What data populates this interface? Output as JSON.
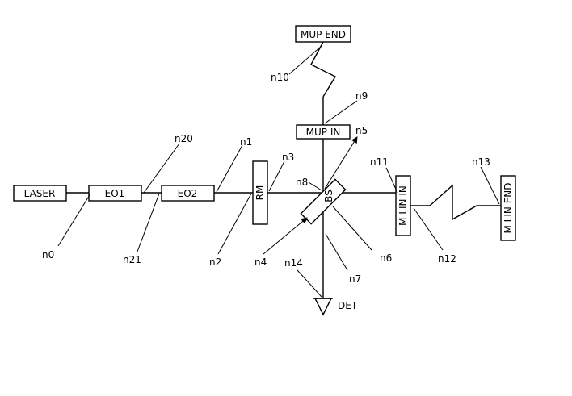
{
  "components": {
    "laser": "LASER",
    "eo1": "EO1",
    "eo2": "EO2",
    "rm": "RM",
    "bs": "BS",
    "mup_in": "MUP IN",
    "mup_end": "MUP END",
    "mlin_in": "M LIN IN",
    "mlin_end": "M LIN END",
    "det": "DET"
  },
  "nodes": {
    "n0": "n0",
    "n1": "n1",
    "n2": "n2",
    "n3": "n3",
    "n4": "n4",
    "n5": "n5",
    "n6": "n6",
    "n7": "n7",
    "n8": "n8",
    "n9": "n9",
    "n10": "n10",
    "n11": "n11",
    "n12": "n12",
    "n13": "n13",
    "n14": "n14",
    "n20": "n20",
    "n21": "n21"
  }
}
